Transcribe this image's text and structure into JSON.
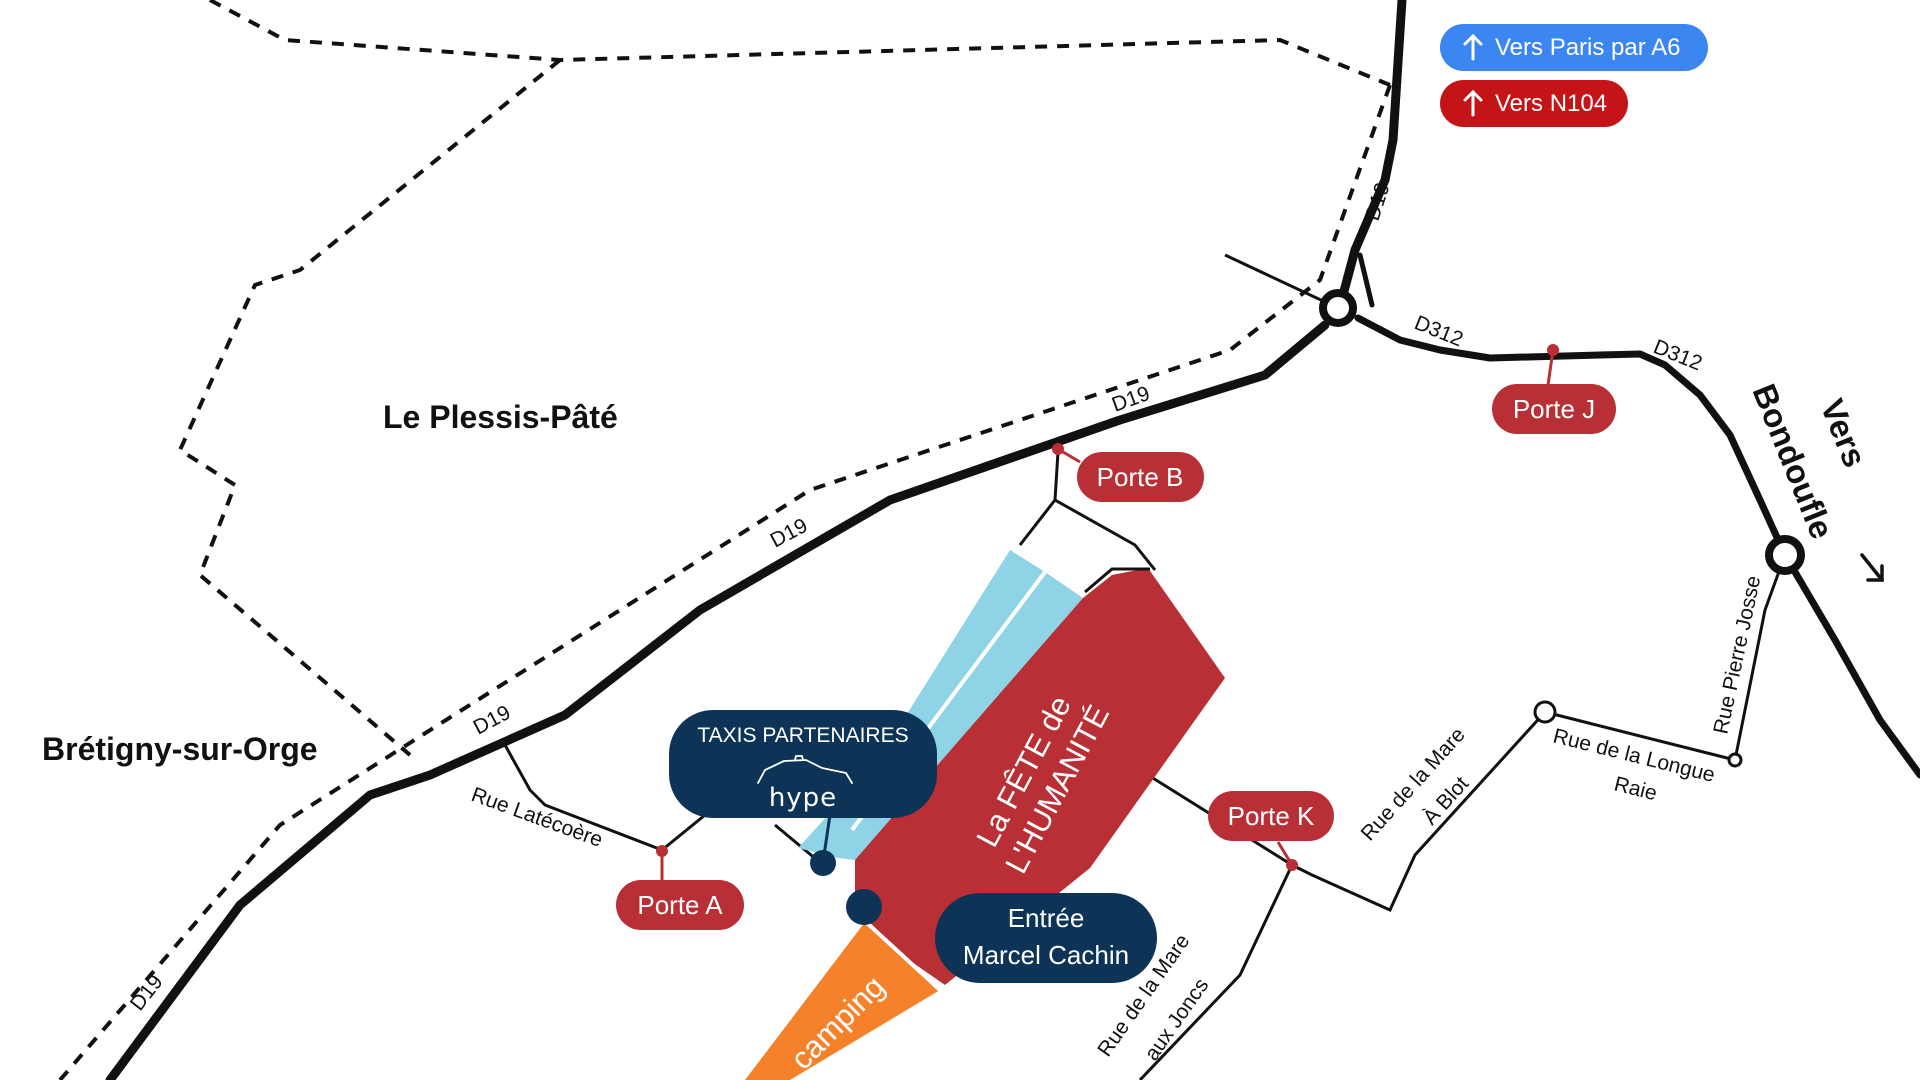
{
  "colors": {
    "gate": "#b82f35",
    "navy": "#0d3457",
    "festival": "#b82f35",
    "camping": "#f5822a",
    "parking": "#8fd3e6",
    "paris_pill": "#3b86f0",
    "n104_pill": "#c41418",
    "road": "#111111"
  },
  "directions": {
    "paris": {
      "label": "Vers Paris par A6",
      "icon": "arrow-up-icon"
    },
    "n104": {
      "label": "Vers N104",
      "icon": "arrow-up-icon"
    }
  },
  "towns": {
    "plessis": "Le Plessis-Pâté",
    "bretigny": "Brétigny-sur-Orge"
  },
  "bondoufle": {
    "line1": "Vers",
    "line2": "Bondoufle",
    "icon": "arrow-down-right-icon"
  },
  "road_labels": {
    "d19": "D19",
    "d312": "D312",
    "rue_latecoere": "Rue Latécoère",
    "rue_pierre_josse": "Rue Pierre Josse",
    "rue_longue_raie_1": "Rue de la Longue",
    "rue_longue_raie_2": "Raie",
    "mare_blot_1": "Rue de la Mare",
    "mare_blot_2": "À Blot",
    "mare_joncs_1": "Rue de la Mare",
    "mare_joncs_2": "aux Joncs"
  },
  "gates": {
    "a": "Porte A",
    "b": "Porte B",
    "j": "Porte J",
    "k": "Porte K"
  },
  "taxis": {
    "title": "TAXIS PARTENAIRES",
    "brand": "hype",
    "icon": "car-icon"
  },
  "entry": {
    "line1": "Entrée",
    "line2": "Marcel Cachin"
  },
  "zones": {
    "festival_line1": "La FÊTE de",
    "festival_line2": "L'HUMANITÉ",
    "camping": "camping"
  }
}
